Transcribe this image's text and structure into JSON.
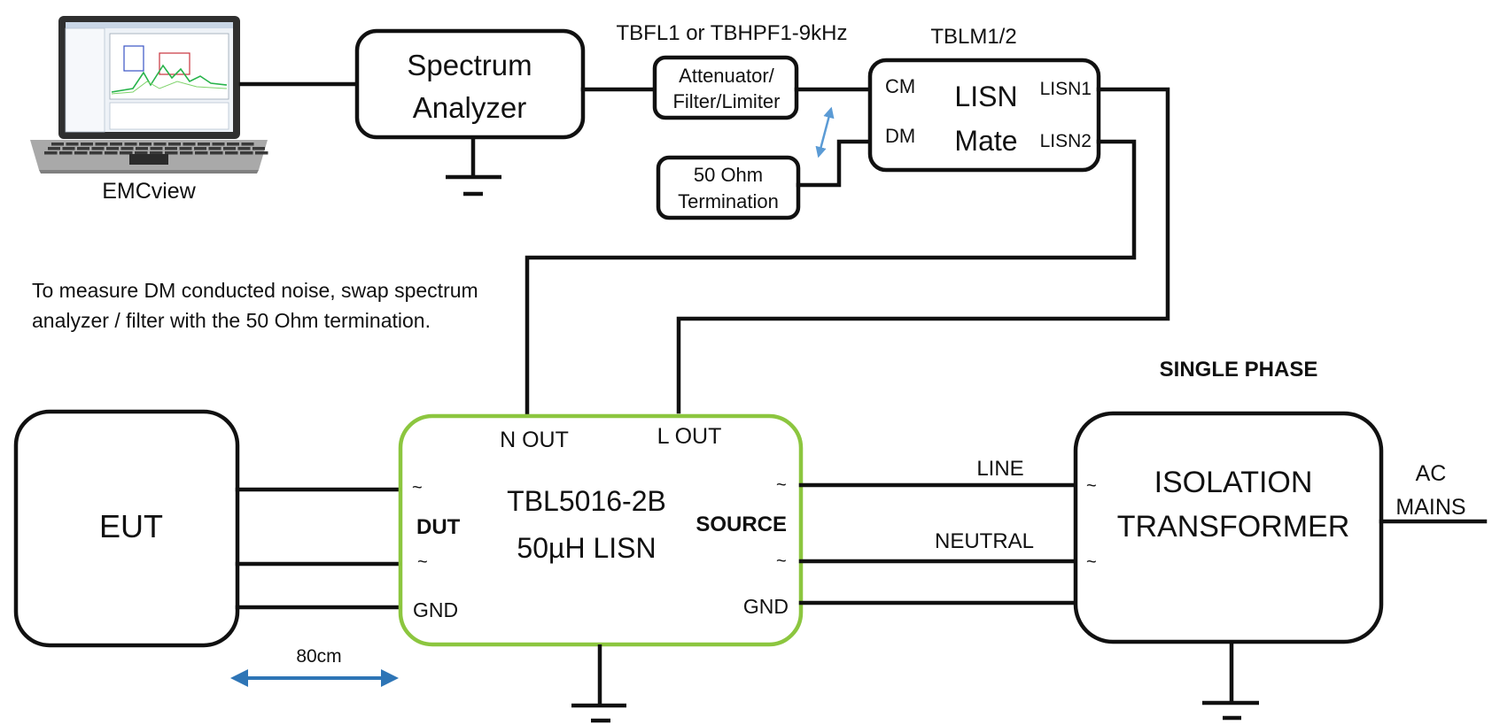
{
  "laptop": {
    "label": "EMCview"
  },
  "spectrum_analyzer": {
    "line1": "Spectrum",
    "line2": "Analyzer"
  },
  "filter_caption": "TBFL1 or TBHPF1-9kHz",
  "attenuator": {
    "line1": "Attenuator/",
    "line2": "Filter/Limiter"
  },
  "termination": {
    "line1": "50 Ohm",
    "line2": "Termination"
  },
  "lisn_mate": {
    "caption": "TBLM1/2",
    "line1": "LISN",
    "line2": "Mate",
    "port_cm": "CM",
    "port_dm": "DM",
    "port_lisn1": "LISN1",
    "port_lisn2": "LISN2"
  },
  "note": "To measure DM conducted noise, swap spectrum analyzer / filter with the 50 Ohm termination.",
  "eut": {
    "label": "EUT"
  },
  "lisn": {
    "line1": "TBL5016-2B",
    "line2": "50µH LISN",
    "n_out": "N OUT",
    "l_out": "L OUT",
    "dut": "DUT",
    "source": "SOURCE",
    "gnd_left": "GND",
    "gnd_right": "GND",
    "tilde": "~",
    "border_color": "#8cc63f"
  },
  "distance": {
    "label": "80cm",
    "arrow_color": "#2e75b6"
  },
  "swap_arrow_color": "#5b9bd5",
  "wires": {
    "line": "LINE",
    "neutral": "NEUTRAL"
  },
  "single_phase": "SINGLE PHASE",
  "isolation_transformer": {
    "line1": "ISOLATION",
    "line2": "TRANSFORMER",
    "tilde": "~"
  },
  "ac_mains": {
    "line1": "AC",
    "line2": "MAINS"
  }
}
